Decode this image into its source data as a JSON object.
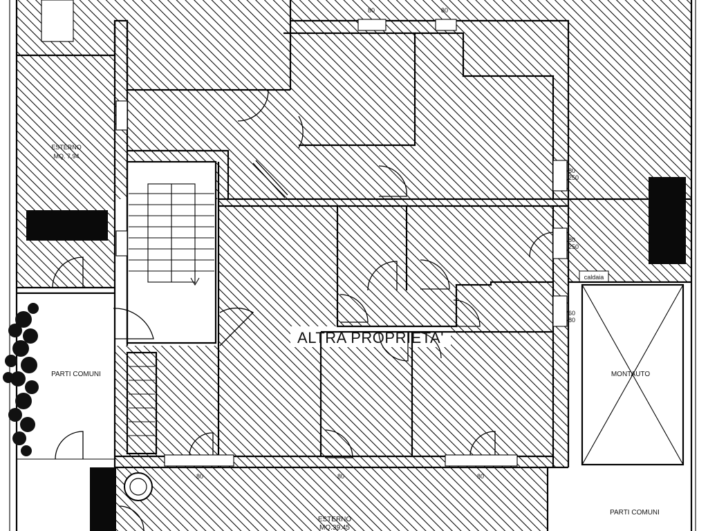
{
  "plan": {
    "labels": {
      "altra_proprieta": "ALTRA PROPRIETA'",
      "parti_comuni_left": "PARTI COMUNI",
      "parti_comuni_right": "PARTI COMUNI",
      "montauto": "MONTAUTO",
      "caldaia": "caldaia",
      "esterno_top": "ESTERNO",
      "esterno_top_area": "MQ. 7.94",
      "esterno_bottom": "ESTERNO",
      "esterno_bottom_area": "MQ.39.45"
    },
    "dimensions": {
      "d_80_250_a_top": "80",
      "d_80_250_a_bot": "250",
      "d_80_250_b_top": "80",
      "d_80_250_b_bot": "250",
      "d_60_80_top": "60",
      "d_60_80_bot": "80",
      "d_top_1": "80",
      "d_top_2": "80",
      "d_bottom_1": "80",
      "d_bottom_2": "80",
      "d_bottom_3": "80"
    },
    "colors": {
      "ink": "#000000",
      "paper": "#ffffff",
      "fill_black": "#0a0a0a"
    }
  }
}
